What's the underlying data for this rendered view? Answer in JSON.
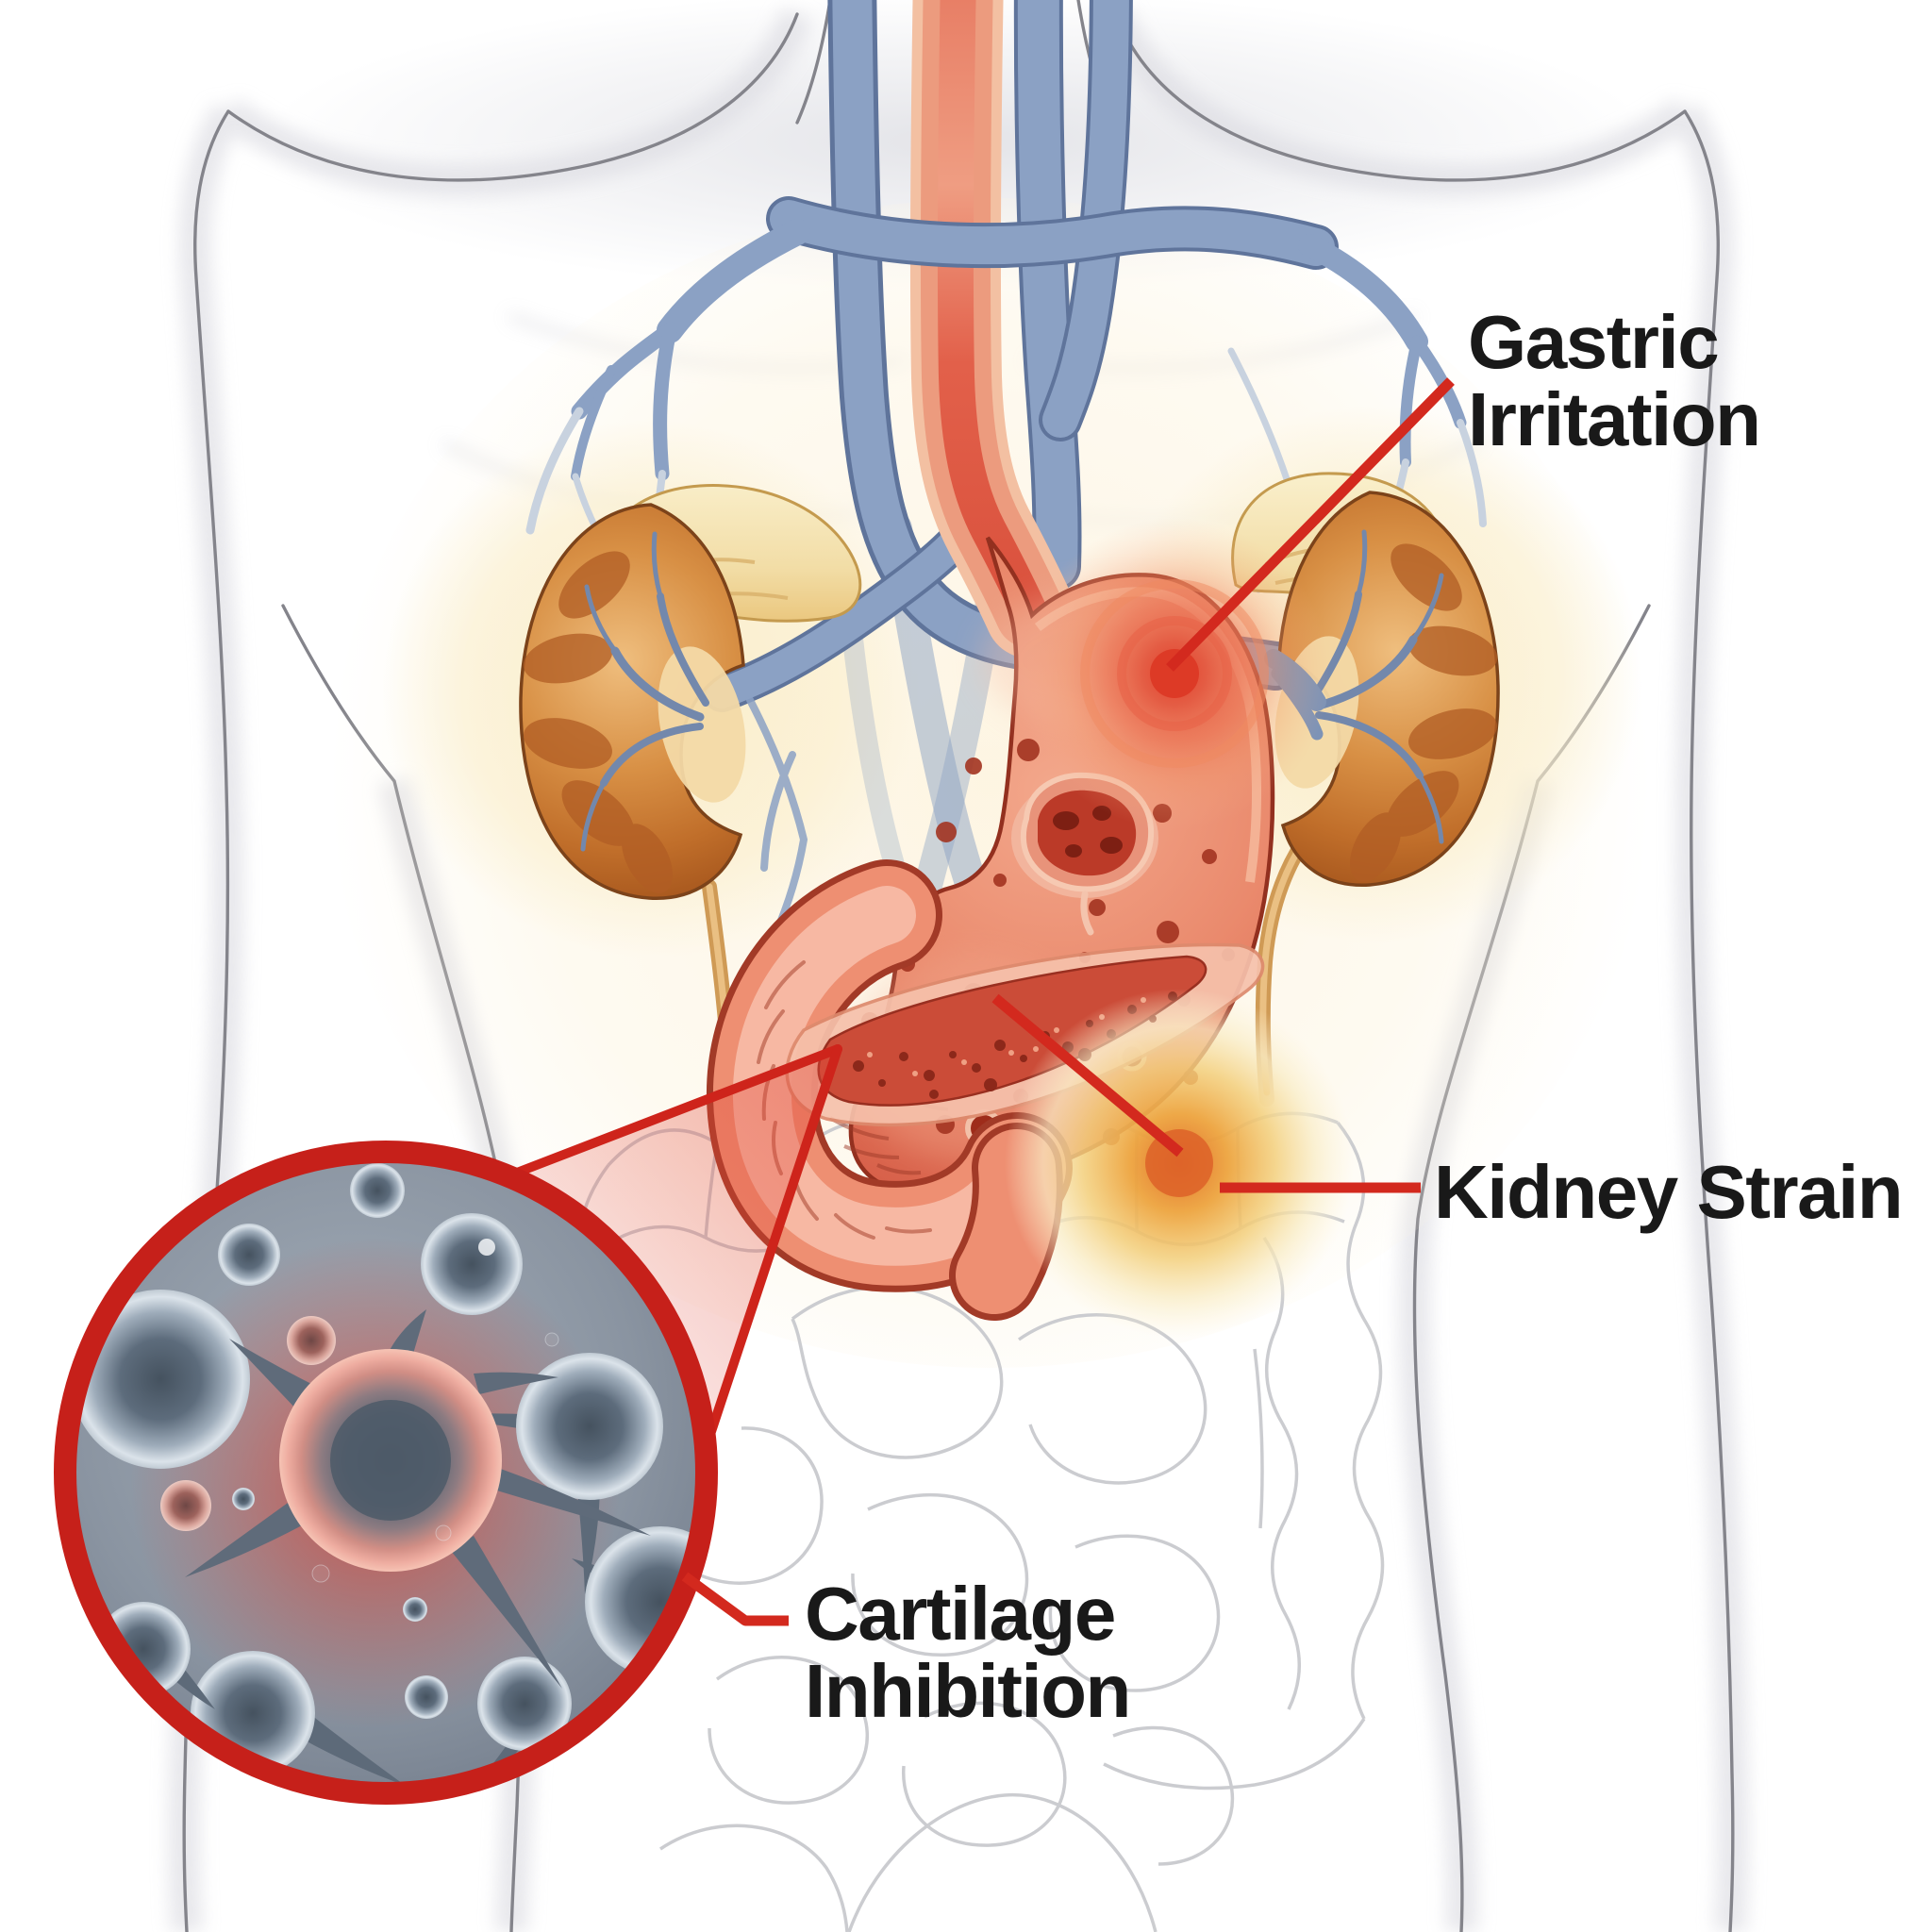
{
  "callouts": {
    "gastric_irritation": {
      "line1": "Gastric",
      "line2": "Irritation"
    },
    "kidney_strain": {
      "line1": "Kidney Strain"
    },
    "cartilage_inhibition": {
      "line1": "Cartilage",
      "line2": "Inhibition"
    }
  },
  "colors": {
    "callout_line": "#d3291e",
    "label_text": "#191919",
    "inset_ring": "#c6201a",
    "background": "#ffffff",
    "stomach": "#e4745c",
    "esophagus": "#df5a44",
    "kidney": "#c1702f",
    "adrenal": "#f0ddad",
    "vessel_blue": "#8ba1c4",
    "gastric_glow": "#e0402c",
    "kidney_strain_glow": "#eda43f",
    "inset_background": "#8a94a1"
  }
}
